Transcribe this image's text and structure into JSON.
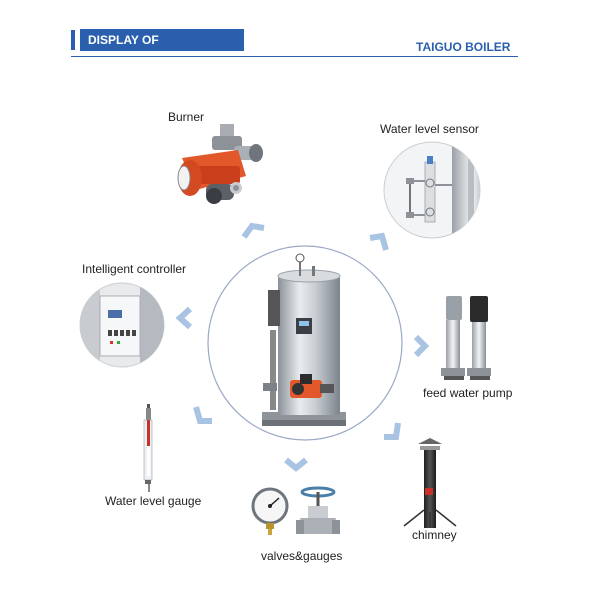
{
  "header": {
    "title": "DISPLAY OF ACCESSORIES",
    "brand": "TAIGUO BOILER"
  },
  "accessories": {
    "burner": "Burner",
    "water_level_sensor": "Water level sensor",
    "intelligent_controller": "Intelligent controller",
    "feed_water_pump": "feed water pump",
    "water_level_gauge": "Water level gauge",
    "valves_gauges": "valves&gauges",
    "chimney": "chimney"
  },
  "colors": {
    "brand_blue": "#2a5fad",
    "chevron": "#a9c3e3",
    "burner_orange": "#e2582a",
    "circle_outline": "#9aa8c7"
  }
}
